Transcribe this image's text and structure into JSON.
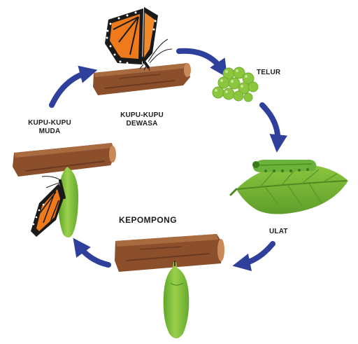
{
  "stages": {
    "telur": "TELUR",
    "ulat": "ULAT",
    "kepompong": "KEPOMPONG",
    "kupu_muda_line1": "KUPU-KUPU",
    "kupu_muda_line2": "MUDA",
    "kupu_dewasa_line1": "KUPU-KUPU",
    "kupu_dewasa_line2": "DEWASA"
  },
  "colors": {
    "arrow": "#2e3f9c",
    "branch": "#8b4f2c",
    "branch_dark": "#6b3a1f",
    "leaf": "#78b83a",
    "egg": "#8cc63f",
    "wing_orange": "#ee7a1c",
    "wing_black": "#1a1a1a"
  }
}
